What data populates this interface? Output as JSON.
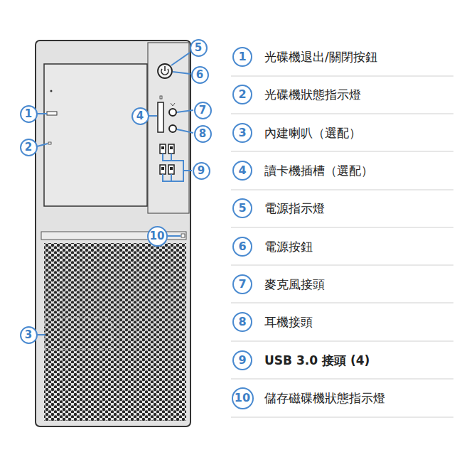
{
  "diagram": {
    "nodes": [
      {
        "text": [
          "1"
        ]
      },
      {
        "text": [
          "2"
        ]
      },
      {
        "text": [
          "3"
        ]
      },
      {
        "text": [
          "4"
        ]
      },
      {
        "text": [
          "5"
        ]
      },
      {
        "text": [
          "6"
        ]
      },
      {
        "text": [
          "7"
        ]
      },
      {
        "text": [
          "8"
        ]
      },
      {
        "text": [
          "9"
        ]
      },
      {
        "text": [
          "10"
        ]
      },
      {
        "text": [
          "1"
        ]
      },
      {
        "text": [
          "2"
        ]
      },
      {
        "text": [
          "3"
        ]
      },
      {
        "text": [
          "4"
        ]
      },
      {
        "text": [
          "5"
        ]
      },
      {
        "text": [
          "6"
        ]
      },
      {
        "text": [
          "7"
        ]
      },
      {
        "text": [
          "8"
        ]
      },
      {
        "text": [
          "9"
        ]
      },
      {
        "text": [
          "10"
        ]
      }
    ],
    "edges": [],
    "labels": [
      "光碟機退出/關閉按鈕",
      "光碟機狀態指示燈",
      "內建喇叭（選配）",
      "讀卡機插槽（選配）",
      "電源指示燈",
      "電源按鈕",
      "麥克風接頭",
      "耳機接頭",
      "USB 3.0 接頭 (4)",
      "儲存磁碟機狀態指示燈"
    ]
  }
}
